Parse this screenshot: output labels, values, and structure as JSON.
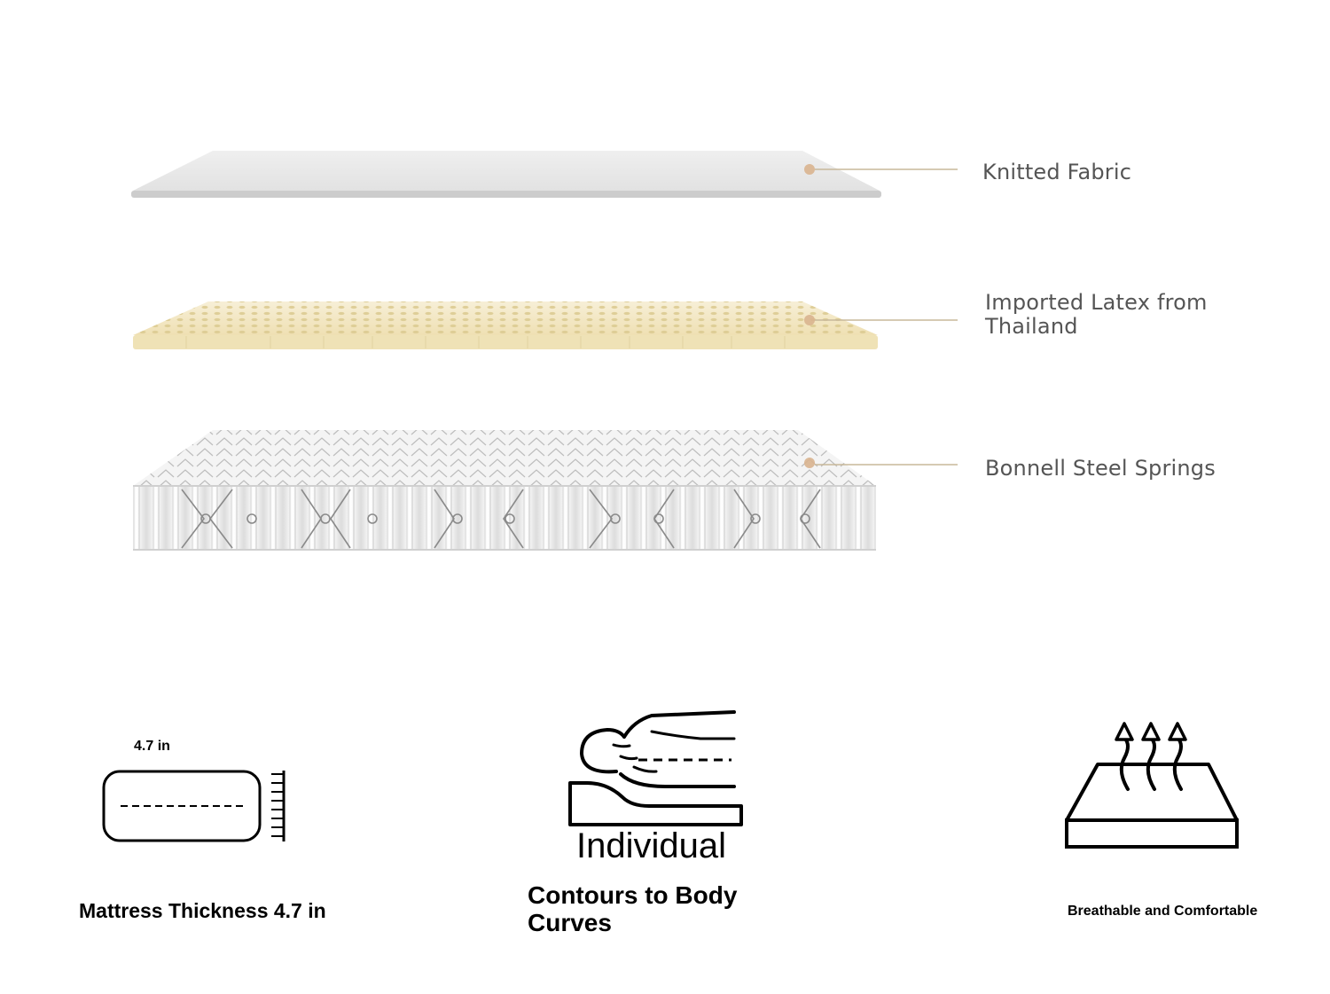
{
  "layers": [
    {
      "label": "Knitted Fabric"
    },
    {
      "label": "Imported Latex from Thailand"
    },
    {
      "label": "Bonnell Steel Springs"
    }
  ],
  "features": {
    "thickness": {
      "dimension_label": "4.7 in",
      "title": "Mattress Thickness 4.7 in",
      "icon": "mattress-thickness-icon"
    },
    "contour": {
      "caption": "Individual",
      "title": "Contours to Body Curves",
      "icon": "body-contour-icon"
    },
    "breathable": {
      "title": "Breathable and Comfortable",
      "icon": "breathable-mattress-icon"
    }
  },
  "colors": {
    "label_text": "#555555",
    "leader_line": "#c8b89a",
    "leader_dot": "#d9b48f",
    "fabric_layer": "#e6e6e6",
    "latex_layer": "#f0e3b8",
    "spring_layer": "#f2f2f2"
  }
}
